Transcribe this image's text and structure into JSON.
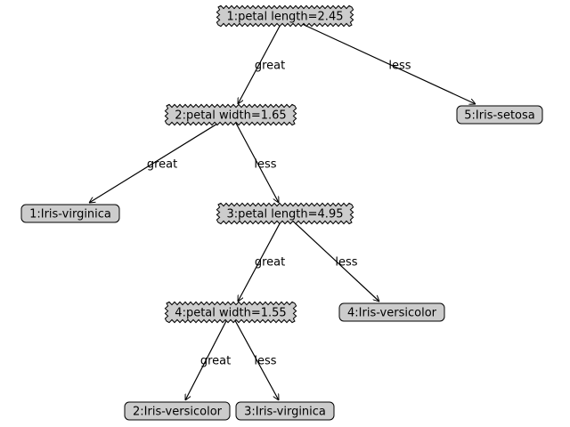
{
  "tree": {
    "node_fill": "#cccccc",
    "stroke": "#000000",
    "nodes": [
      {
        "id": "n1",
        "label": "1:petal length=2.45",
        "kind": "decision"
      },
      {
        "id": "n2",
        "label": "2:petal width=1.65",
        "kind": "decision"
      },
      {
        "id": "n3",
        "label": "5:Iris-setosa",
        "kind": "leaf"
      },
      {
        "id": "n4",
        "label": "1:Iris-virginica",
        "kind": "leaf"
      },
      {
        "id": "n5",
        "label": "3:petal length=4.95",
        "kind": "decision"
      },
      {
        "id": "n6",
        "label": "4:petal width=1.55",
        "kind": "decision"
      },
      {
        "id": "n7",
        "label": "4:Iris-versicolor",
        "kind": "leaf"
      },
      {
        "id": "n8",
        "label": "2:Iris-versicolor",
        "kind": "leaf"
      },
      {
        "id": "n9",
        "label": "3:Iris-virginica",
        "kind": "leaf"
      }
    ],
    "edges": [
      {
        "from": "n1",
        "to": "n2",
        "label": "great"
      },
      {
        "from": "n1",
        "to": "n3",
        "label": "less"
      },
      {
        "from": "n2",
        "to": "n4",
        "label": "great"
      },
      {
        "from": "n2",
        "to": "n5",
        "label": "less"
      },
      {
        "from": "n5",
        "to": "n6",
        "label": "great"
      },
      {
        "from": "n5",
        "to": "n7",
        "label": "less"
      },
      {
        "from": "n6",
        "to": "n8",
        "label": "great"
      },
      {
        "from": "n6",
        "to": "n9",
        "label": "less"
      }
    ]
  }
}
